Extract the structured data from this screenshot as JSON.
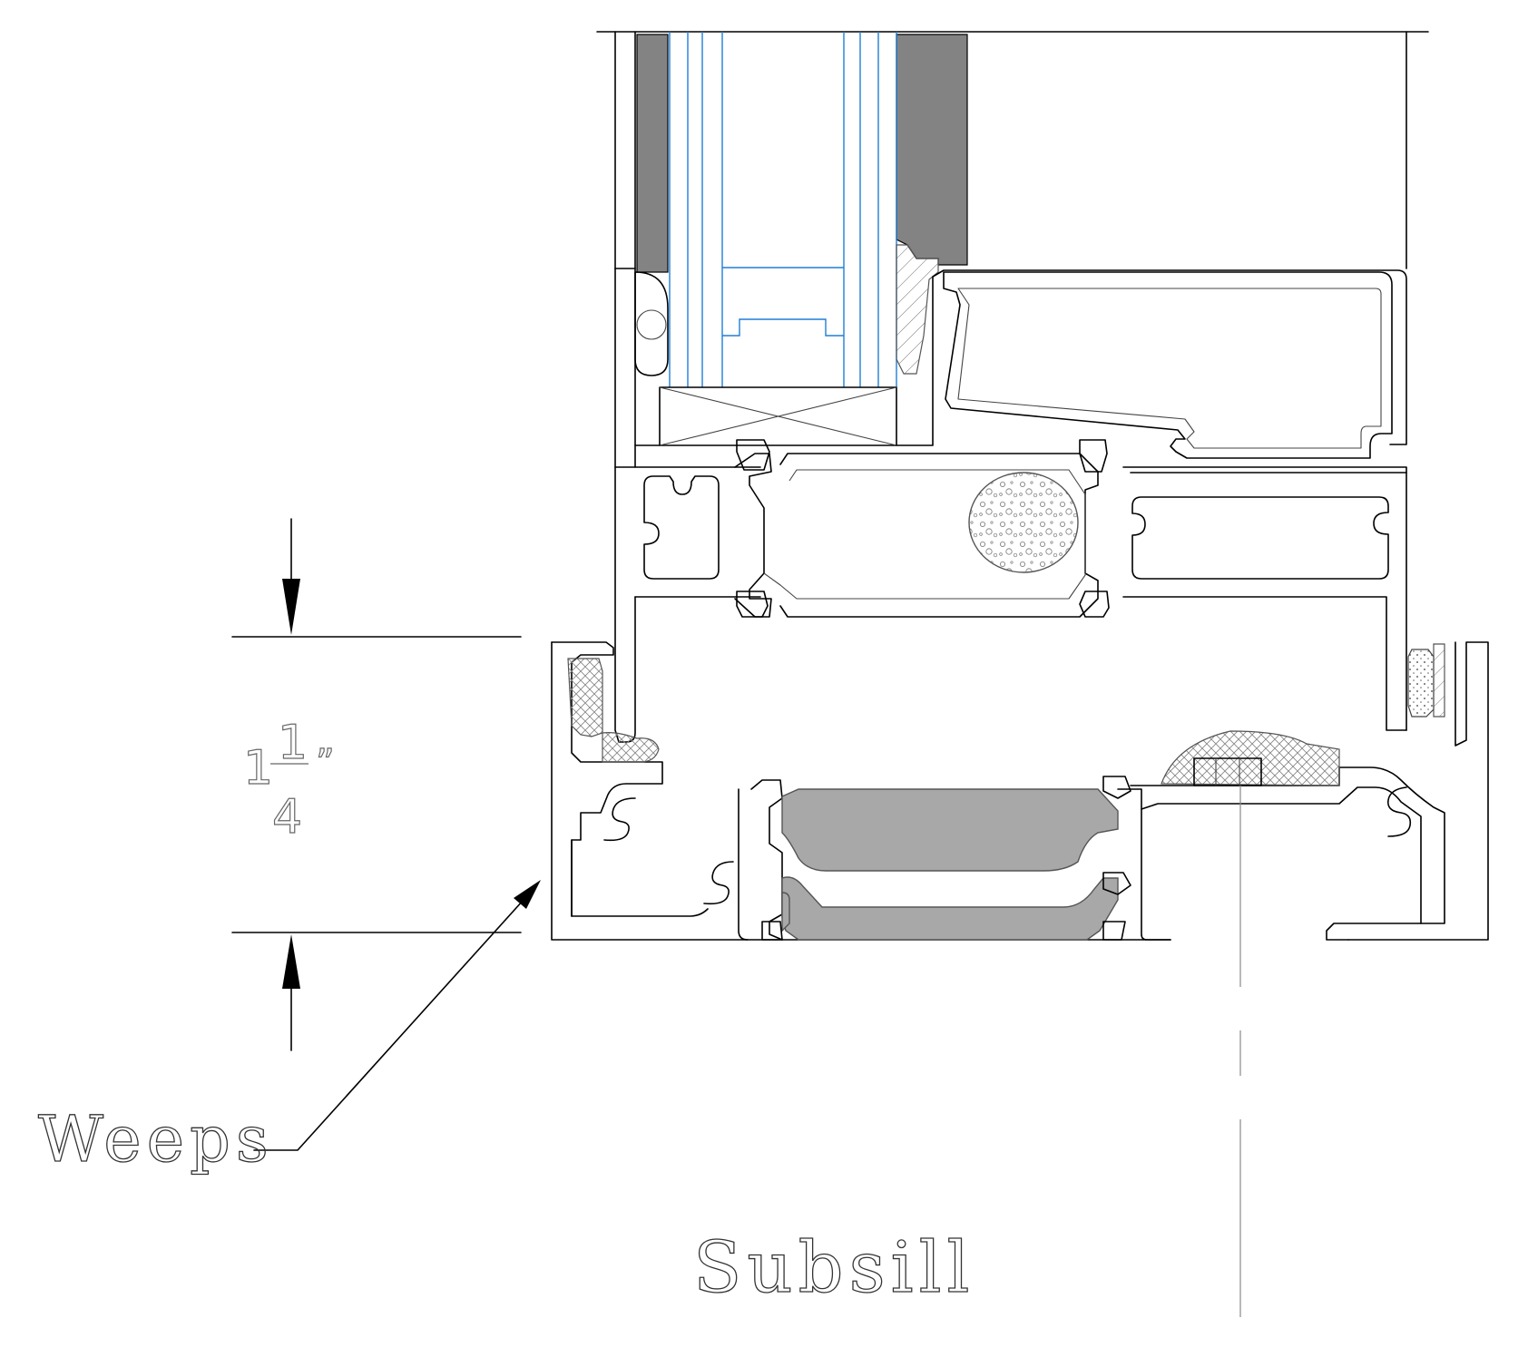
{
  "labels": {
    "weeps": "Weeps",
    "subsill": "Subsill"
  },
  "dimension": {
    "whole": "1",
    "numerator": "1",
    "denominator": "4",
    "unit": "”"
  },
  "colors": {
    "line": "#000000",
    "glass_line": "#1e7fd6",
    "dark_gasket": "#838383",
    "thermal_break": "#a8a8a8",
    "background": "#ffffff"
  }
}
